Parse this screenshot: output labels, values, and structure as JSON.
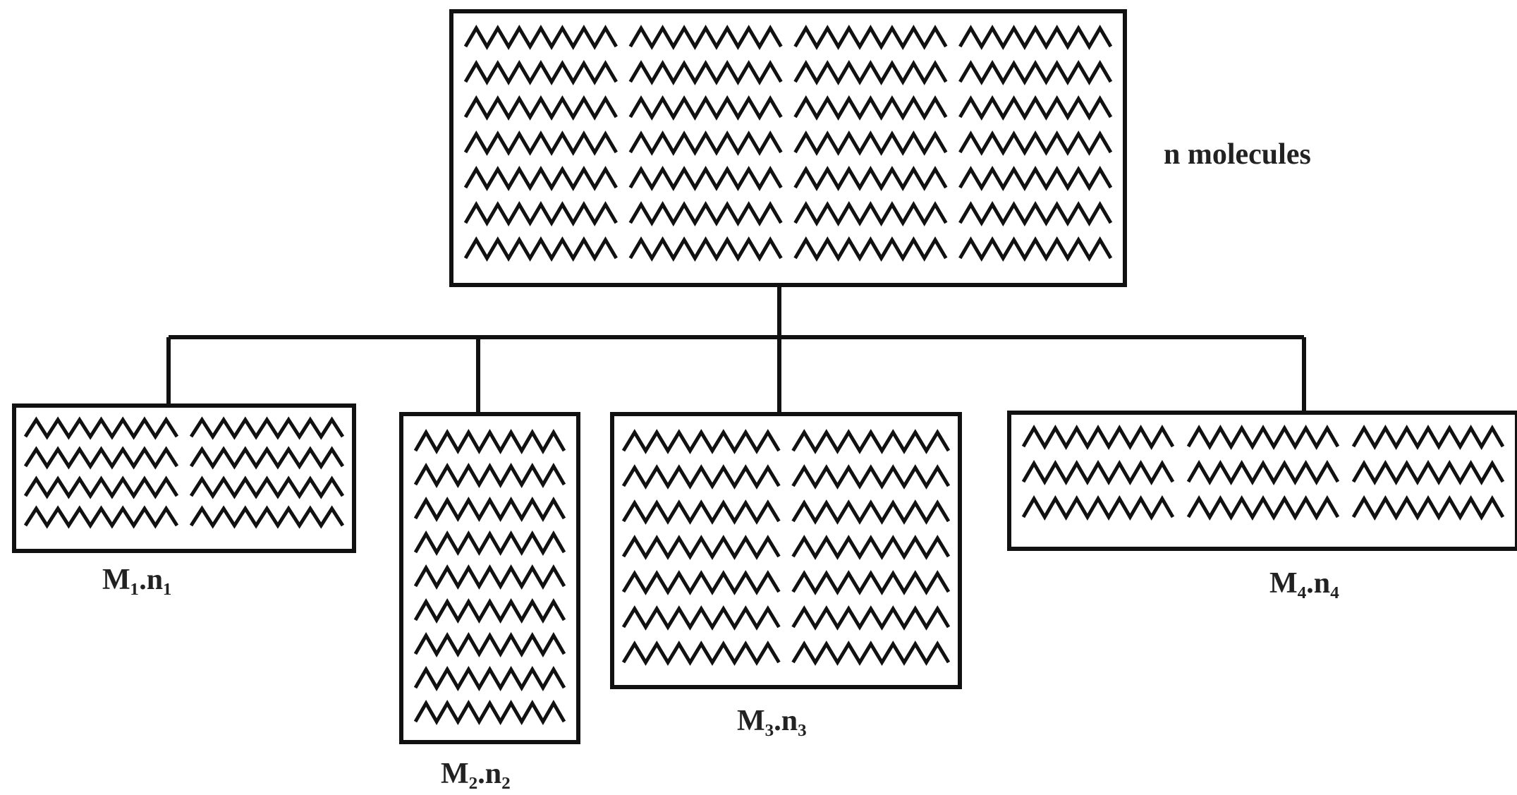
{
  "parent": {
    "label": "n molecules",
    "columns": 4,
    "rows": 7
  },
  "groups": [
    {
      "id": "g1",
      "label": "M₁.n₁",
      "columns": 2,
      "rows": 4
    },
    {
      "id": "g2",
      "label": "M₂.n₂",
      "columns": 1,
      "rows": 9
    },
    {
      "id": "g3",
      "label": "M₃.n₃",
      "columns": 2,
      "rows": 7
    },
    {
      "id": "g4",
      "label": "M₄.n₄",
      "columns": 3,
      "rows": 3
    }
  ],
  "colors": {
    "stroke": "#111111",
    "background": "#ffffff"
  }
}
